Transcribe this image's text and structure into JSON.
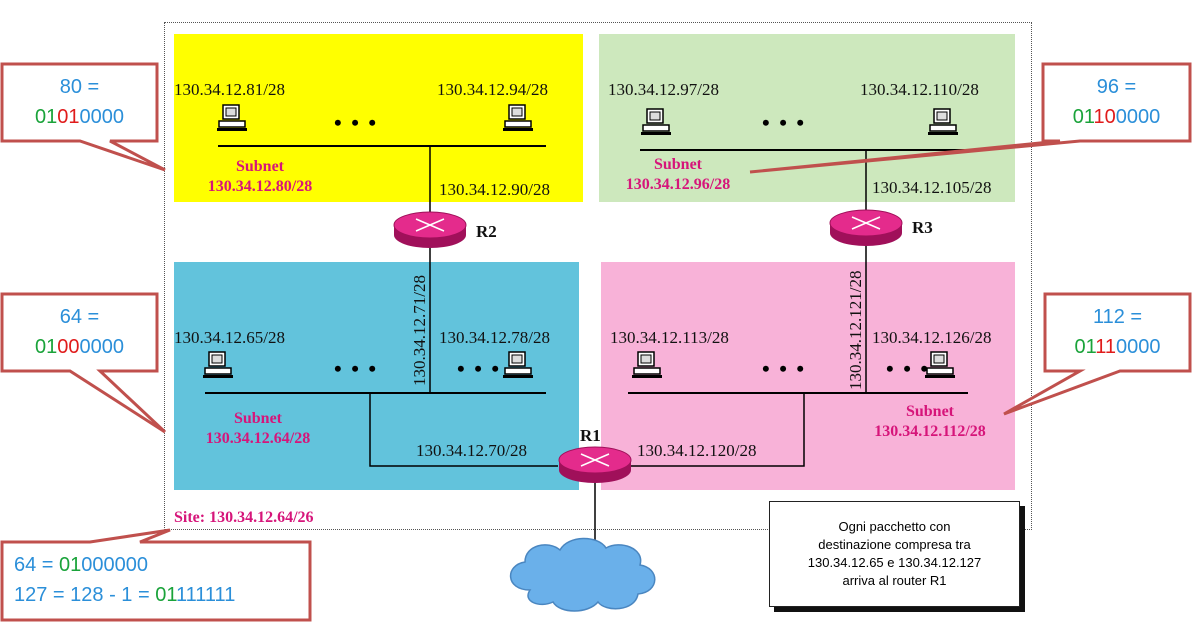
{
  "site_label": "Site: 130.34.12.64/26",
  "subnets": [
    {
      "id": "yellow",
      "label": "Subnet",
      "address": "130.34.12.80/28",
      "color": "#ffff00",
      "hosts": [
        "130.34.12.81/28",
        "130.34.12.94/28"
      ],
      "router_iface": "130.34.12.90/28"
    },
    {
      "id": "green",
      "label": "Subnet",
      "address": "130.34.12.96/28",
      "color": "#cde8bd",
      "hosts": [
        "130.34.12.97/28",
        "130.34.12.110/28"
      ],
      "router_iface": "130.34.12.105/28"
    },
    {
      "id": "blue",
      "label": "Subnet",
      "address": "130.34.12.64/28",
      "color": "#62c3dc",
      "hosts": [
        "130.34.12.65/28",
        "130.34.12.78/28"
      ],
      "router_iface": "130.34.12.70/28",
      "link_iface": "130.34.12.71/28"
    },
    {
      "id": "pink",
      "label": "Subnet",
      "address": "130.34.12.112/28",
      "color": "#f8b2d8",
      "hosts": [
        "130.34.12.113/28",
        "130.34.12.126/28"
      ],
      "router_iface": "130.34.12.120/28",
      "link_iface": "130.34.12.121/28"
    }
  ],
  "routers": {
    "r1": "R1",
    "r2": "R2",
    "r3": "R3"
  },
  "ellipsis": "• • •",
  "callouts": {
    "c80": {
      "dec": "80 =",
      "bin": [
        "01",
        "01",
        "0000"
      ]
    },
    "c96": {
      "dec": "96 =",
      "bin": [
        "01",
        "10",
        "0000"
      ]
    },
    "c64": {
      "dec": "64 =",
      "bin": [
        "01",
        "00",
        "0000"
      ]
    },
    "c112": {
      "dec": "112 =",
      "bin": [
        "01",
        "11",
        "0000"
      ]
    },
    "range": {
      "line1_pre": "64 = ",
      "line1_green": "01",
      "line1_post": "000000",
      "line2_pre": "127 = 128 - 1 = ",
      "line2_green": "01",
      "line2_post": "111111"
    }
  },
  "note": {
    "line1": "Ogni pacchetto con",
    "line2": "destinazione compresa tra",
    "line3": "130.34.12.65 e 130.34.12.127",
    "line4": "arriva al router R1"
  }
}
